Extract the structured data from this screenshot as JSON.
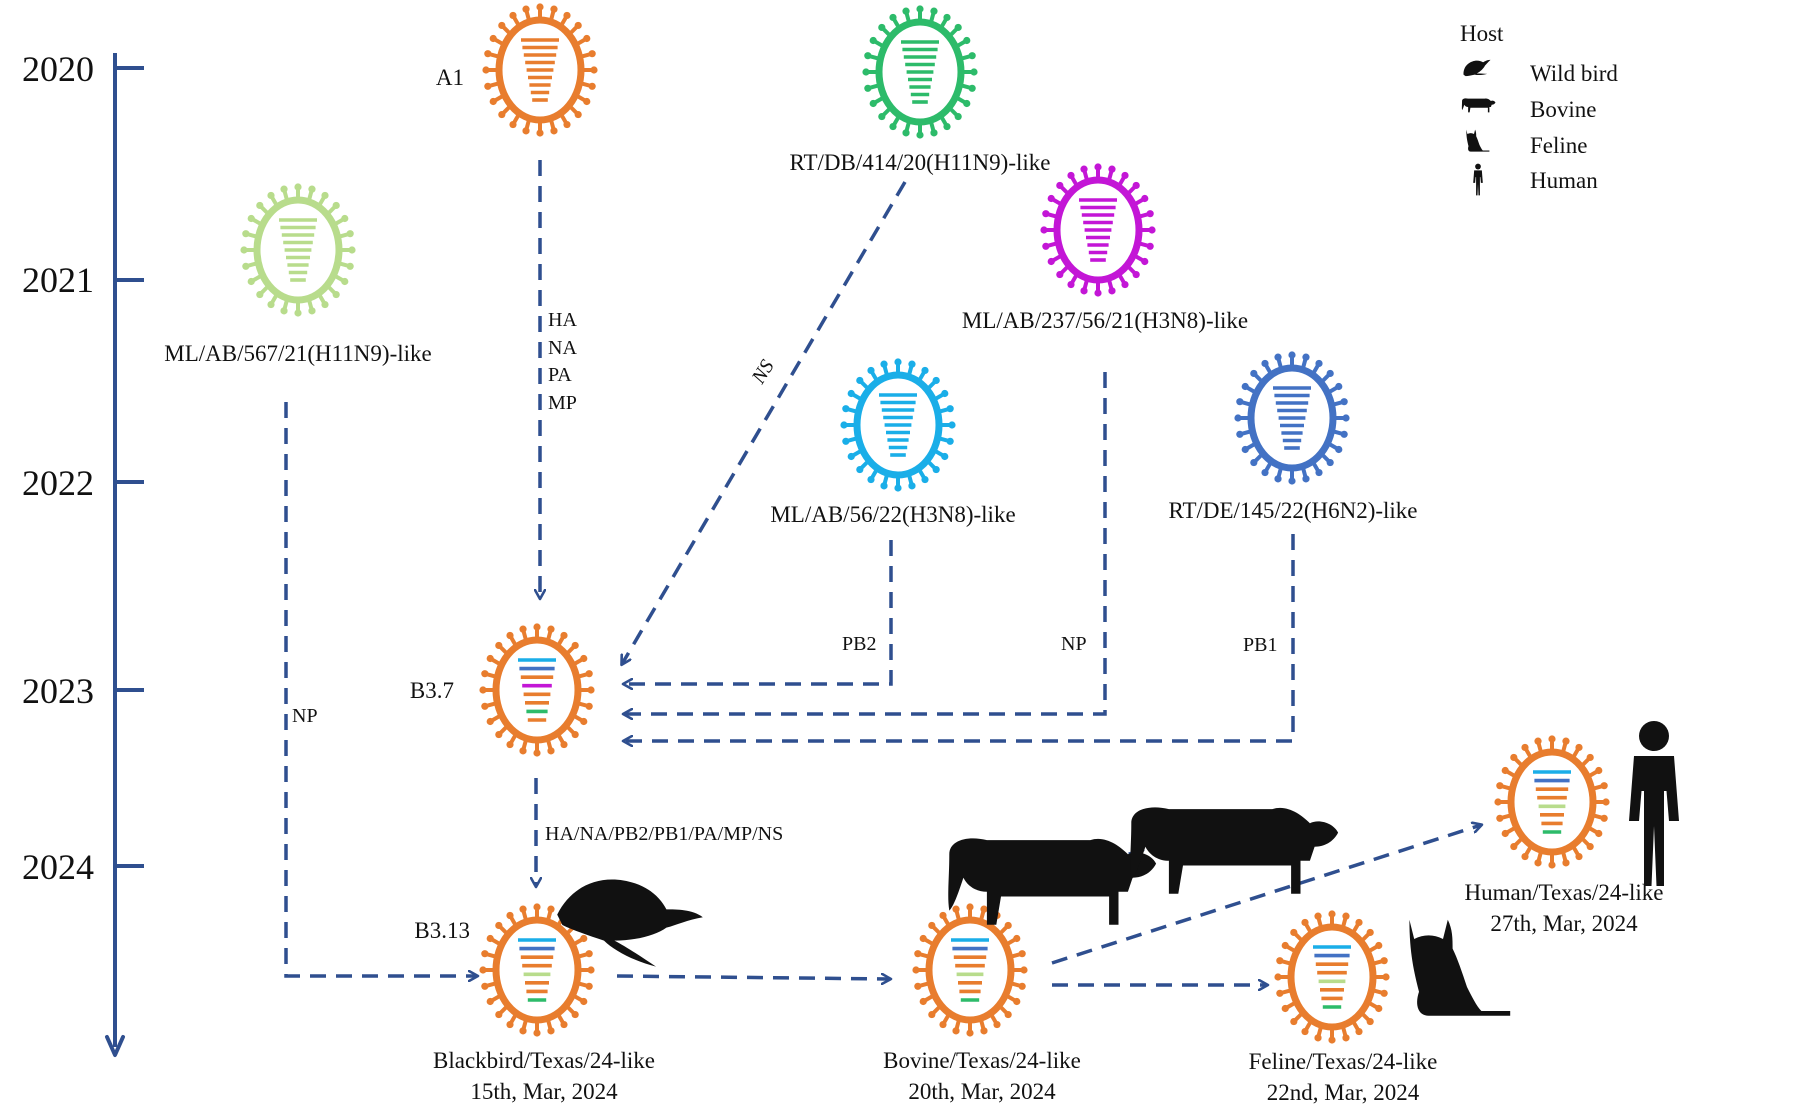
{
  "timeline": {
    "years": [
      "2020",
      "2021",
      "2022",
      "2023",
      "2024"
    ],
    "color": "#2f4f8f"
  },
  "legend": {
    "title": "Host",
    "items": [
      {
        "label": "Wild bird",
        "icon": "bird-icon"
      },
      {
        "label": "Bovine",
        "icon": "cow-icon"
      },
      {
        "label": "Feline",
        "icon": "cat-icon"
      },
      {
        "label": "Human",
        "icon": "human-icon"
      }
    ]
  },
  "viruses": {
    "a1": {
      "label": "A1",
      "color": "#e87d2e"
    },
    "rt_db": {
      "label": "RT/DB/414/20(H11N9)-like",
      "color": "#2dbb6a"
    },
    "ml_567": {
      "label": "ML/AB/567/21(H11N9)-like",
      "color": "#b8dc8c"
    },
    "ml_237": {
      "label": "ML/AB/237/56/21(H3N8)-like",
      "color": "#c316d6"
    },
    "ml_56": {
      "label": "ML/AB/56/22(H3N8)-like",
      "color": "#1aaee8"
    },
    "rt_de": {
      "label": "RT/DE/145/22(H6N2)-like",
      "color": "#4372c4"
    },
    "b37": {
      "label": "B3.7",
      "color": "#e87d2e"
    },
    "b313": {
      "label": "B3.13",
      "color": "#e87d2e"
    },
    "blackbird": {
      "label": "Blackbird/Texas/24-like",
      "date": "15th, Mar, 2024",
      "color": "#e87d2e"
    },
    "bovine": {
      "label": "Bovine/Texas/24-like",
      "date": "20th, Mar, 2024",
      "color": "#e87d2e"
    },
    "feline": {
      "label": "Feline/Texas/24-like",
      "date": "22nd, Mar, 2024",
      "color": "#e87d2e"
    },
    "human": {
      "label": "Human/Texas/24-like",
      "date": "27th, Mar, 2024",
      "color": "#e87d2e"
    }
  },
  "segments": {
    "a1_to_b37": [
      "HA",
      "NA",
      "PA",
      "MP"
    ],
    "rt_db_to_b37": "NS",
    "ml_56_to_b37": "PB2",
    "ml_237_to_b37": "NP",
    "rt_de_to_b37": "PB1",
    "ml_567_to_b313": "NP",
    "b37_to_b313": "HA/NA/PB2/PB1/PA/MP/NS"
  },
  "arrow_color": "#2f4f8f"
}
